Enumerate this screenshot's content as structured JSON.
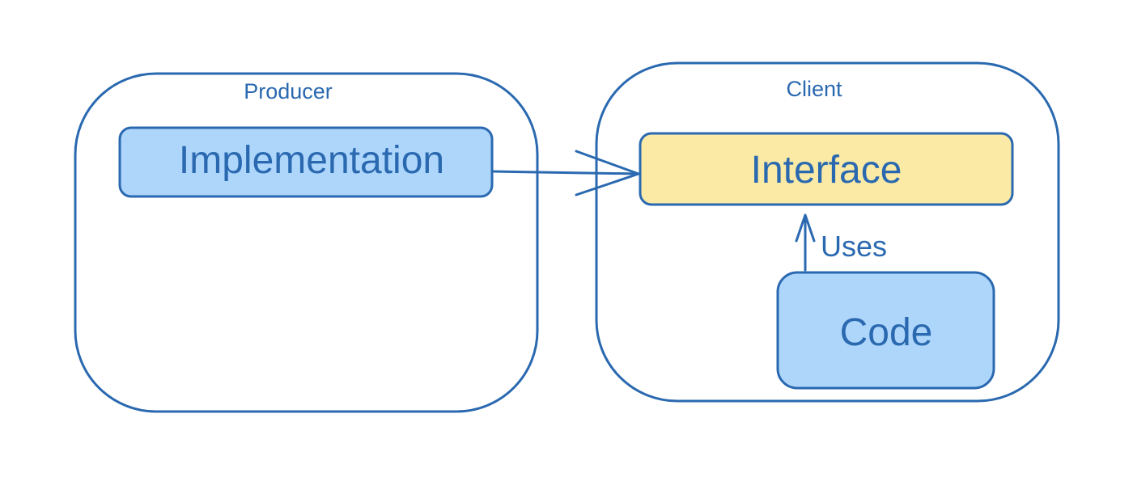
{
  "colors": {
    "stroke": "#2a69b0",
    "text": "#2a69b0",
    "blue_fill": "#aed6fb",
    "yellow_fill": "#fbeaa6",
    "background": "#ffffff"
  },
  "diagram": {
    "containers": {
      "producer": {
        "title": "Producer"
      },
      "client": {
        "title": "Client"
      }
    },
    "nodes": {
      "implementation": {
        "label": "Implementation",
        "fill": "blue_fill"
      },
      "interface": {
        "label": "Interface",
        "fill": "yellow_fill"
      },
      "code": {
        "label": "Code",
        "fill": "blue_fill"
      }
    },
    "edges": [
      {
        "from": "Implementation",
        "to": "Interface",
        "label": "",
        "arrow": "open"
      },
      {
        "from": "Code",
        "to": "Interface",
        "label": "Uses",
        "arrow": "open"
      }
    ]
  }
}
